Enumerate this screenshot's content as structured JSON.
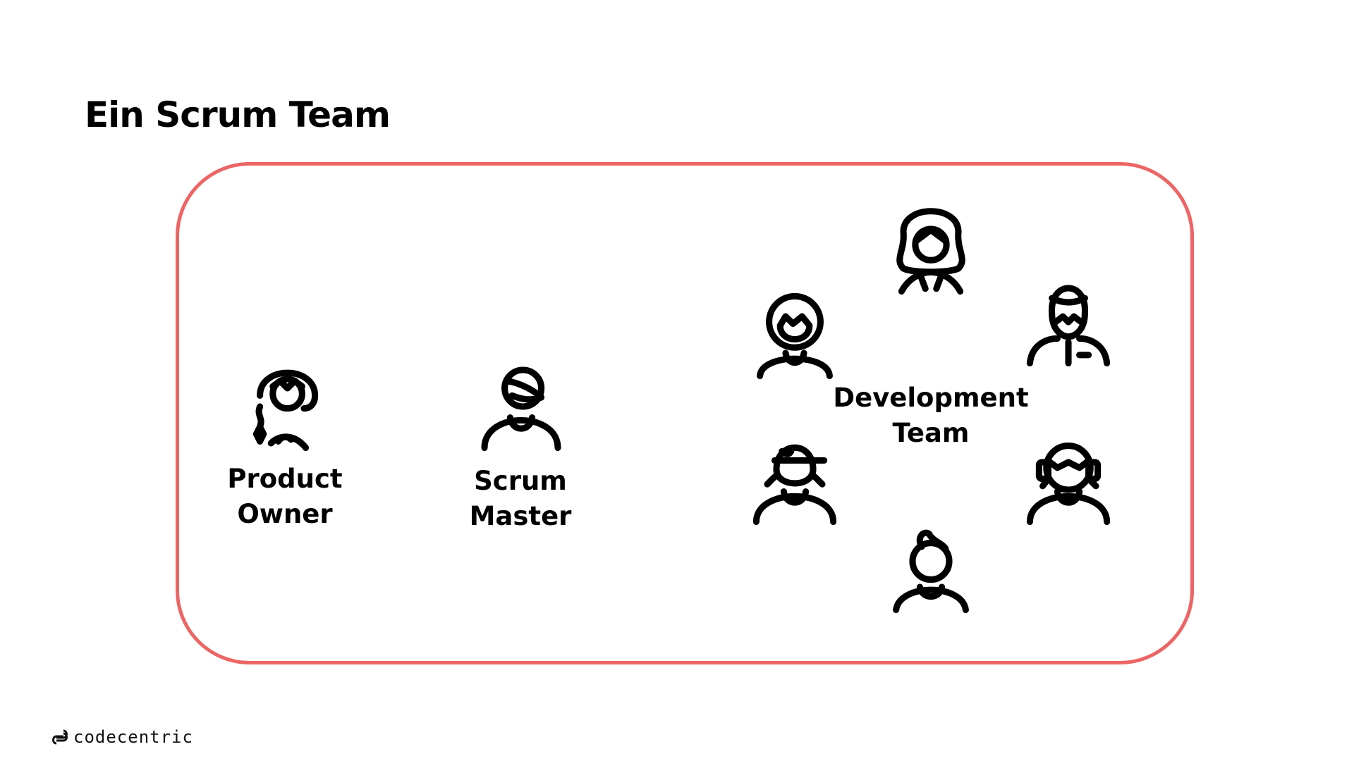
{
  "title": "Ein Scrum Team",
  "roles": {
    "product_owner": {
      "line1": "Product",
      "line2": "Owner"
    },
    "scrum_master": {
      "line1": "Scrum",
      "line2": "Master"
    },
    "development_team": {
      "line1": "Development",
      "line2": "Team"
    }
  },
  "brand": {
    "name": "codecentric",
    "accent": "#ec6565"
  }
}
